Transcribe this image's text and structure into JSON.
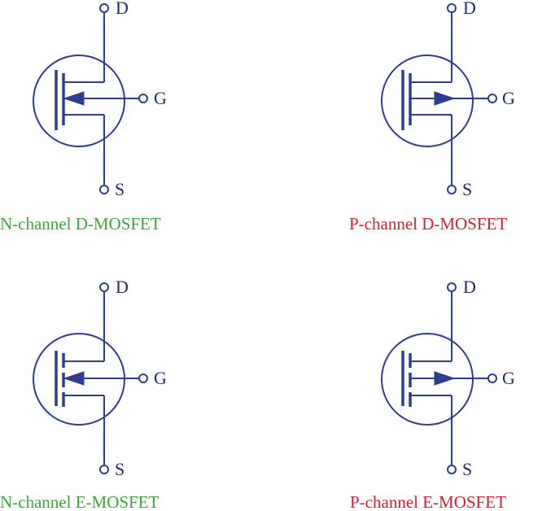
{
  "colors": {
    "symbol": "#2e3d8f",
    "n_channel_label": "#3aa63a",
    "p_channel_label": "#d42030"
  },
  "symbols": [
    {
      "id": "n-dmosfet",
      "caption": "N-channel D-MOSFET",
      "channel": "N",
      "mode": "depletion",
      "arrow": "inward",
      "label_color": "#3aa63a",
      "pins": {
        "drain": "D",
        "gate": "G",
        "source": "S"
      }
    },
    {
      "id": "p-dmosfet",
      "caption": "P-channel D-MOSFET",
      "channel": "P",
      "mode": "depletion",
      "arrow": "outward",
      "label_color": "#d42030",
      "pins": {
        "drain": "D",
        "gate": "G",
        "source": "S"
      }
    },
    {
      "id": "n-emosfet",
      "caption": "N-channel E-MOSFET",
      "channel": "N",
      "mode": "enhancement",
      "arrow": "inward",
      "label_color": "#3aa63a",
      "pins": {
        "drain": "D",
        "gate": "G",
        "source": "S"
      }
    },
    {
      "id": "p-emosfet",
      "caption": "P-channel E-MOSFET",
      "channel": "P",
      "mode": "enhancement",
      "arrow": "outward",
      "label_color": "#d42030",
      "pins": {
        "drain": "D",
        "gate": "G",
        "source": "S"
      }
    }
  ]
}
